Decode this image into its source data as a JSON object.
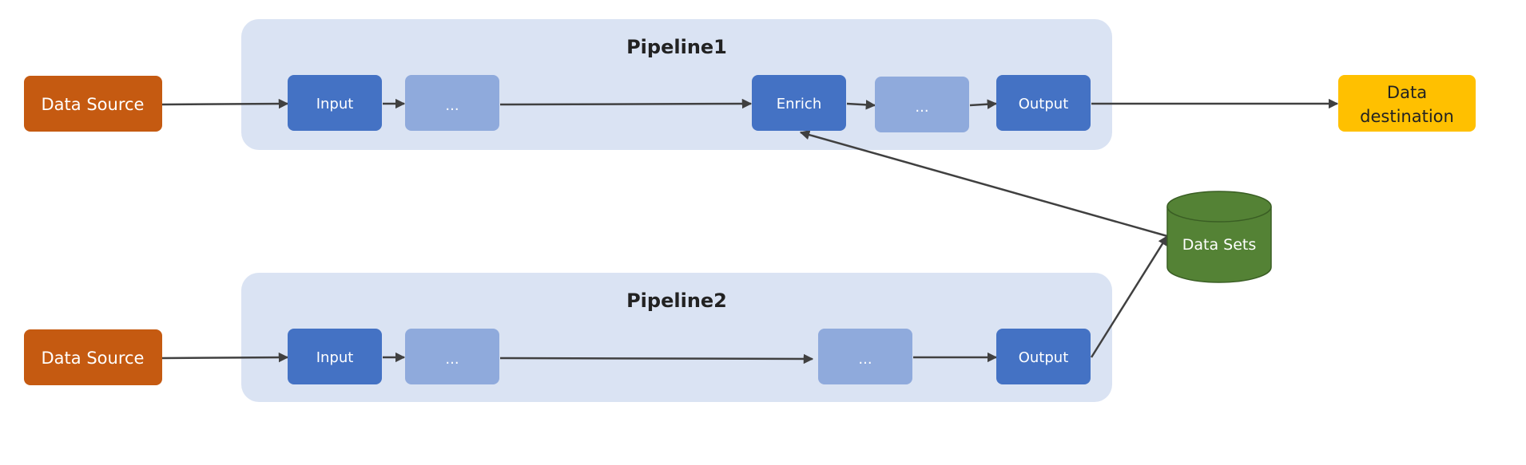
{
  "pipelines": [
    {
      "title": "Pipeline1",
      "source": "Data Source",
      "stages": [
        "Input",
        "...",
        "Enrich",
        "...",
        "Output"
      ]
    },
    {
      "title": "Pipeline2",
      "source": "Data Source",
      "stages": [
        "Input",
        "...",
        "...",
        "Output"
      ]
    }
  ],
  "destination": {
    "line1": "Data",
    "line2": "destination"
  },
  "datastore": {
    "label": "Data Sets"
  },
  "colors": {
    "source": "#C55A11",
    "stage": "#4472C4",
    "stage_placeholder": "#8FAADC",
    "pipeline_background": "#DAE3F3",
    "destination": "#FFC000",
    "datastore": "#548235",
    "arrow": "#404040"
  }
}
